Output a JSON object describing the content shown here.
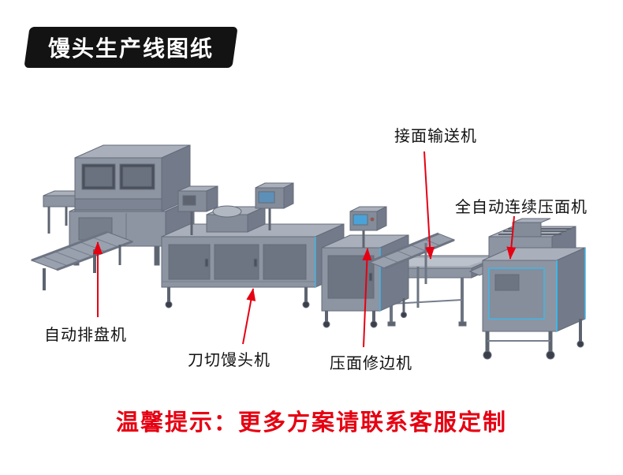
{
  "badge": {
    "title": "馒头生产线图纸"
  },
  "diagram": {
    "labels": {
      "dough_conveyor": "接面输送机",
      "continuous_press": "全自动连续压面机",
      "tray_arranger": "自动排盘机",
      "bun_cutter": "刀切馒头机",
      "edge_trimmer": "压面修边机"
    }
  },
  "notice": {
    "text": "温馨提示：更多方案请联系客服定制"
  },
  "colors": {
    "accent_red": "#e60012",
    "badge_bg": "#131313",
    "machine_top": "#aab0bb",
    "machine_front": "#8d94a2",
    "machine_side": "#737a8a",
    "machine_detail": "#5d6470",
    "blue_accent": "#3fb6e8",
    "background": "#ffffff"
  }
}
